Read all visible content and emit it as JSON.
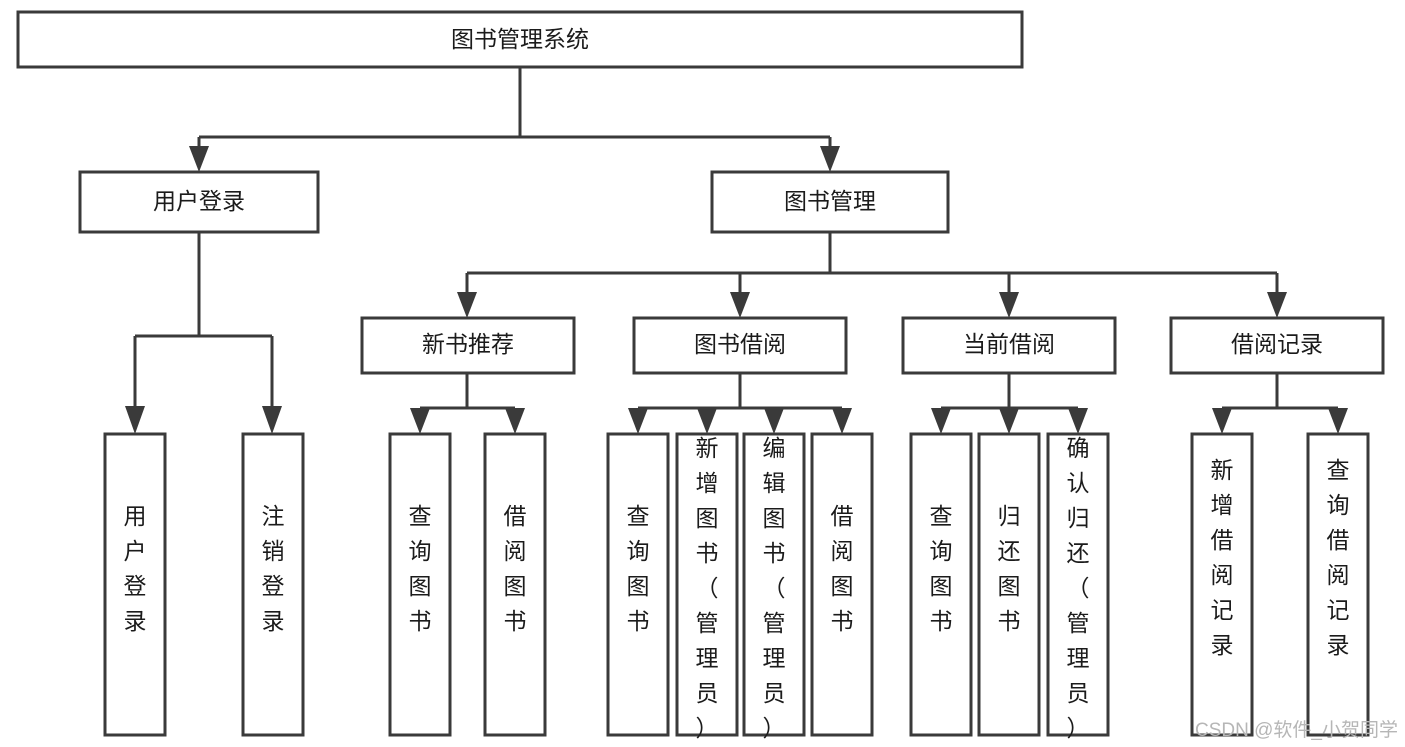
{
  "diagram": {
    "title": "图书管理系统",
    "type": "tree-hierarchy-diagram",
    "root": {
      "id": "root",
      "label": "图书管理系统"
    },
    "level2": [
      {
        "id": "user-login",
        "label": "用户登录"
      },
      {
        "id": "book-management",
        "label": "图书管理"
      }
    ],
    "level3": [
      {
        "id": "new-book-recommend",
        "label": "新书推荐",
        "parent": "book-management"
      },
      {
        "id": "book-borrow",
        "label": "图书借阅",
        "parent": "book-management"
      },
      {
        "id": "current-borrow",
        "label": "当前借阅",
        "parent": "book-management"
      },
      {
        "id": "borrow-record",
        "label": "借阅记录",
        "parent": "book-management"
      }
    ],
    "leaves": {
      "user-login": [
        {
          "id": "leaf-user-login",
          "label": "用户登录"
        },
        {
          "id": "leaf-logout",
          "label": "注销登录"
        }
      ],
      "new-book-recommend": [
        {
          "id": "leaf-query-book-1",
          "label": "查询图书"
        },
        {
          "id": "leaf-borrow-book-1",
          "label": "借阅图书"
        }
      ],
      "book-borrow": [
        {
          "id": "leaf-query-book-2",
          "label": "查询图书"
        },
        {
          "id": "leaf-add-book",
          "label": "新增图书（管理员）"
        },
        {
          "id": "leaf-edit-book",
          "label": "编辑图书（管理员）"
        },
        {
          "id": "leaf-borrow-book-2",
          "label": "借阅图书"
        }
      ],
      "current-borrow": [
        {
          "id": "leaf-query-book-3",
          "label": "查询图书"
        },
        {
          "id": "leaf-return-book",
          "label": "归还图书"
        },
        {
          "id": "leaf-confirm-return",
          "label": "确认归还（管理员）"
        }
      ],
      "borrow-record": [
        {
          "id": "leaf-add-record",
          "label": "新增借阅记录"
        },
        {
          "id": "leaf-query-record",
          "label": "查询借阅记录"
        }
      ]
    }
  },
  "watermark": {
    "label": "CSDN @软件_小贺同学"
  },
  "colors": {
    "stroke": "#3a3a3a",
    "fill": "#ffffff",
    "text": "#1b1b1b",
    "watermark": "#b6b6b6"
  }
}
